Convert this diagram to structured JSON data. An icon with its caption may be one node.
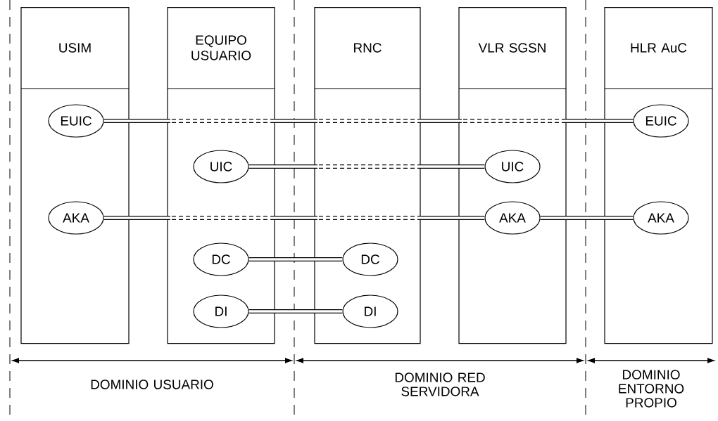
{
  "diagram": {
    "nodes": [
      {
        "text": [
          "USIM"
        ]
      },
      {
        "text": [
          "EUIC"
        ],
        "in": 0
      },
      {
        "text": [
          "AKA"
        ],
        "in": 0
      },
      {
        "text": [
          "EQUIPO USUARIO"
        ]
      },
      {
        "text": [
          "UIC"
        ],
        "in": 3
      },
      {
        "text": [
          "DC"
        ],
        "in": 3
      },
      {
        "text": [
          "DI"
        ],
        "in": 3
      },
      {
        "text": [
          "RNC"
        ]
      },
      {
        "text": [
          "DC"
        ],
        "in": 7
      },
      {
        "text": [
          "DI"
        ],
        "in": 7
      },
      {
        "text": [
          "VLR SGSN"
        ]
      },
      {
        "text": [
          "UIC"
        ],
        "in": 10
      },
      {
        "text": [
          "AKA"
        ],
        "in": 10
      },
      {
        "text": [
          "HLR AuC"
        ]
      },
      {
        "text": [
          "EUIC"
        ],
        "in": 13
      },
      {
        "text": [
          "AKA"
        ],
        "in": 13
      }
    ],
    "edges": [
      {
        "from": 1,
        "to": 14,
        "arrow": "none"
      },
      {
        "from": 4,
        "to": 11,
        "arrow": "none"
      },
      {
        "from": 2,
        "to": 12,
        "arrow": "none"
      },
      {
        "from": 12,
        "to": 15,
        "arrow": "none"
      },
      {
        "from": 5,
        "to": 8,
        "arrow": "none"
      },
      {
        "from": 6,
        "to": 9,
        "arrow": "none"
      }
    ],
    "labels": [
      "DOMINIO USUARIO",
      "DOMINIO RED SERVIDORA",
      "DOMINIO ENTORNO PROPIO"
    ]
  }
}
